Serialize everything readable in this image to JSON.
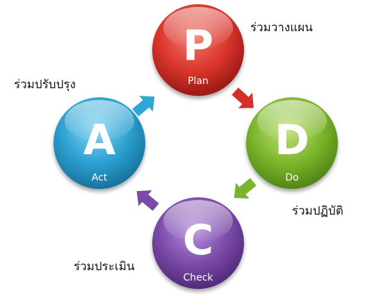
{
  "stages": [
    {
      "key": "plan",
      "letter": "P",
      "name": "Plan",
      "side_label": "ร่วมวางแผน",
      "color": "#d9342b",
      "color_light": "#f07a70",
      "color_dark": "#8e1412"
    },
    {
      "key": "do",
      "letter": "D",
      "name": "Do",
      "side_label": "ร่วมปฏิบัติ",
      "color": "#7bb52b",
      "color_light": "#bfe07a",
      "color_dark": "#4a7c12"
    },
    {
      "key": "check",
      "letter": "C",
      "name": "Check",
      "side_label": "ร่วมประเมิน",
      "color": "#7a4aa8",
      "color_light": "#b992dc",
      "color_dark": "#4a2572"
    },
    {
      "key": "act",
      "letter": "A",
      "name": "Act",
      "side_label": "ร่วมปรับปรุง",
      "color": "#2a9ecf",
      "color_light": "#82d4f2",
      "color_dark": "#146a94"
    }
  ],
  "arrows": [
    {
      "key": "act-to-plan",
      "color": "#2ea7d6"
    },
    {
      "key": "plan-to-do",
      "color": "#d4302a"
    },
    {
      "key": "do-to-check",
      "color": "#7ab42c"
    },
    {
      "key": "check-to-act",
      "color": "#7b4aa5"
    }
  ]
}
